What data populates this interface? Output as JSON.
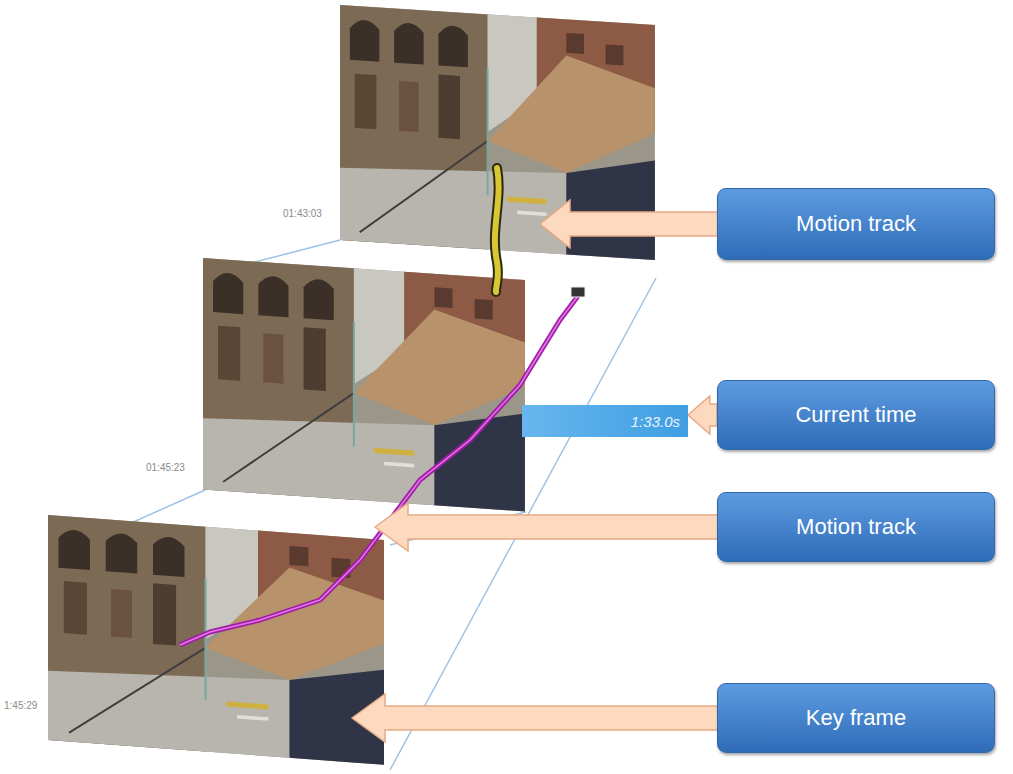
{
  "diagram": {
    "nodes": [
      {
        "text": [
          "Motion track"
        ]
      },
      {
        "text": [
          "1:33.0s"
        ]
      },
      {
        "text": [
          "Current time"
        ]
      },
      {
        "text": [
          "Motion track"
        ]
      },
      {
        "text": [
          "Key frame"
        ]
      }
    ],
    "edges": [
      {
        "from": 2,
        "to": 1,
        "arrow": "to"
      }
    ],
    "labels": [
      "01:43:03",
      "01:45:23",
      "1:45:29"
    ]
  }
}
